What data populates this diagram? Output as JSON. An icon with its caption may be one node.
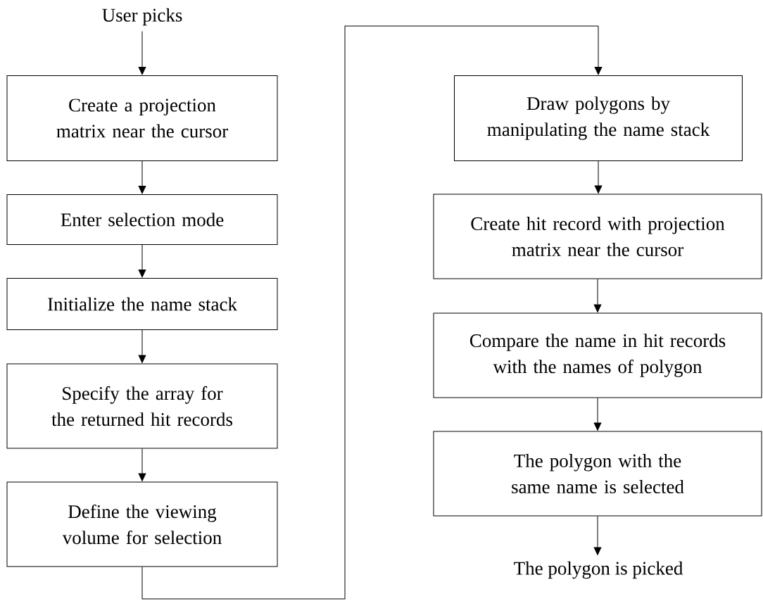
{
  "diagram": {
    "nodes": [
      {
        "text": [
          "User picks"
        ]
      },
      {
        "text": [
          "Create a projection matrix near the cursor"
        ]
      },
      {
        "text": [
          "Enter selection mode"
        ]
      },
      {
        "text": [
          "Initialize the name stack"
        ]
      },
      {
        "text": [
          "Specify the array for the returned hit records"
        ]
      },
      {
        "text": [
          "Define the viewing volume for selection"
        ]
      },
      {
        "text": [
          "Draw polygons by manipulating the name stack"
        ]
      },
      {
        "text": [
          "Create hit record with projection matrix near the cursor"
        ]
      },
      {
        "text": [
          "Compare the name in hit records with the names of polygon"
        ]
      },
      {
        "text": [
          "The polygon with the same name is selected"
        ]
      },
      {
        "text": [
          "The polygon is picked"
        ]
      }
    ],
    "edges": [
      {
        "from": 0,
        "to": 1,
        "arrow": "to"
      },
      {
        "from": 1,
        "to": 2,
        "arrow": "to"
      },
      {
        "from": 2,
        "to": 3,
        "arrow": "to"
      },
      {
        "from": 3,
        "to": 4,
        "arrow": "to"
      },
      {
        "from": 4,
        "to": 5,
        "arrow": "to"
      },
      {
        "from": 5,
        "to": 6,
        "arrow": "to"
      },
      {
        "from": 6,
        "to": 7,
        "arrow": "to"
      },
      {
        "from": 7,
        "to": 8,
        "arrow": "to"
      },
      {
        "from": 8,
        "to": 9,
        "arrow": "to"
      },
      {
        "from": 9,
        "to": 10,
        "arrow": "to"
      }
    ]
  }
}
